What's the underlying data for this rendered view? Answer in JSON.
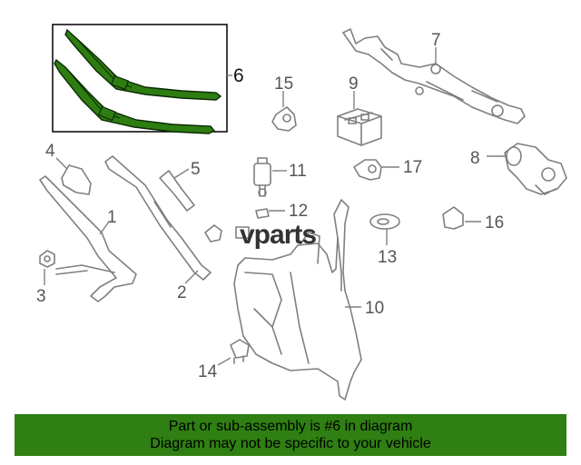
{
  "diagram": {
    "callouts": {
      "c1": "1",
      "c2": "2",
      "c3": "3",
      "c4": "4",
      "c5": "5",
      "c6": "6",
      "c7": "7",
      "c8": "8",
      "c9": "9",
      "c10": "10",
      "c11": "11",
      "c12": "12",
      "c13": "13",
      "c14": "14",
      "c15": "15",
      "c16": "16",
      "c17": "17"
    },
    "highlighted_part": "6",
    "highlight_color": "#2e7d12",
    "watermark": "vparts"
  },
  "banner": {
    "line1": "Part or sub-assembly is #6 in diagram",
    "line2": "Diagram may not be specific to your vehicle",
    "background": "#2f7f12"
  }
}
